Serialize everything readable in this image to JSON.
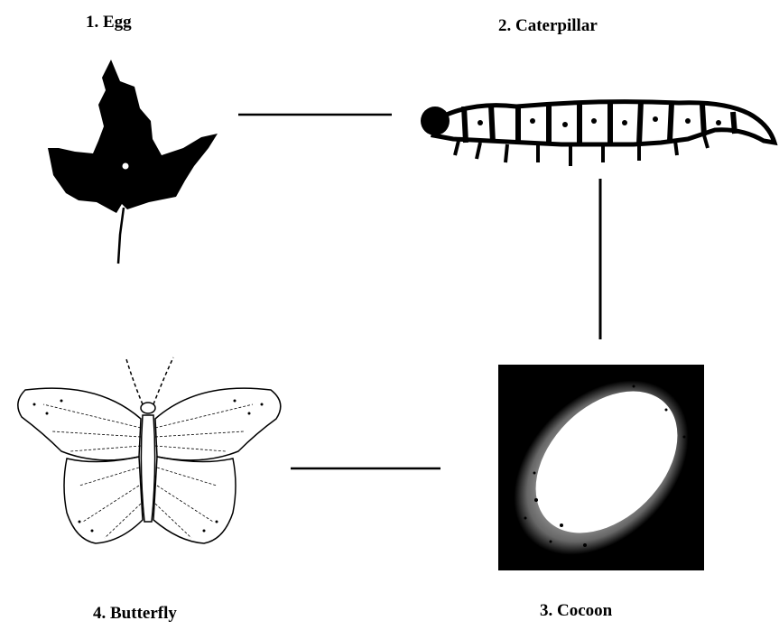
{
  "labels": {
    "egg": "1. Egg",
    "caterpillar": "2. Caterpillar",
    "cocoon": "3. Cocoon",
    "butterfly": "4. Butterfly"
  },
  "colors": {
    "ink": "#000000",
    "paper": "#ffffff"
  }
}
